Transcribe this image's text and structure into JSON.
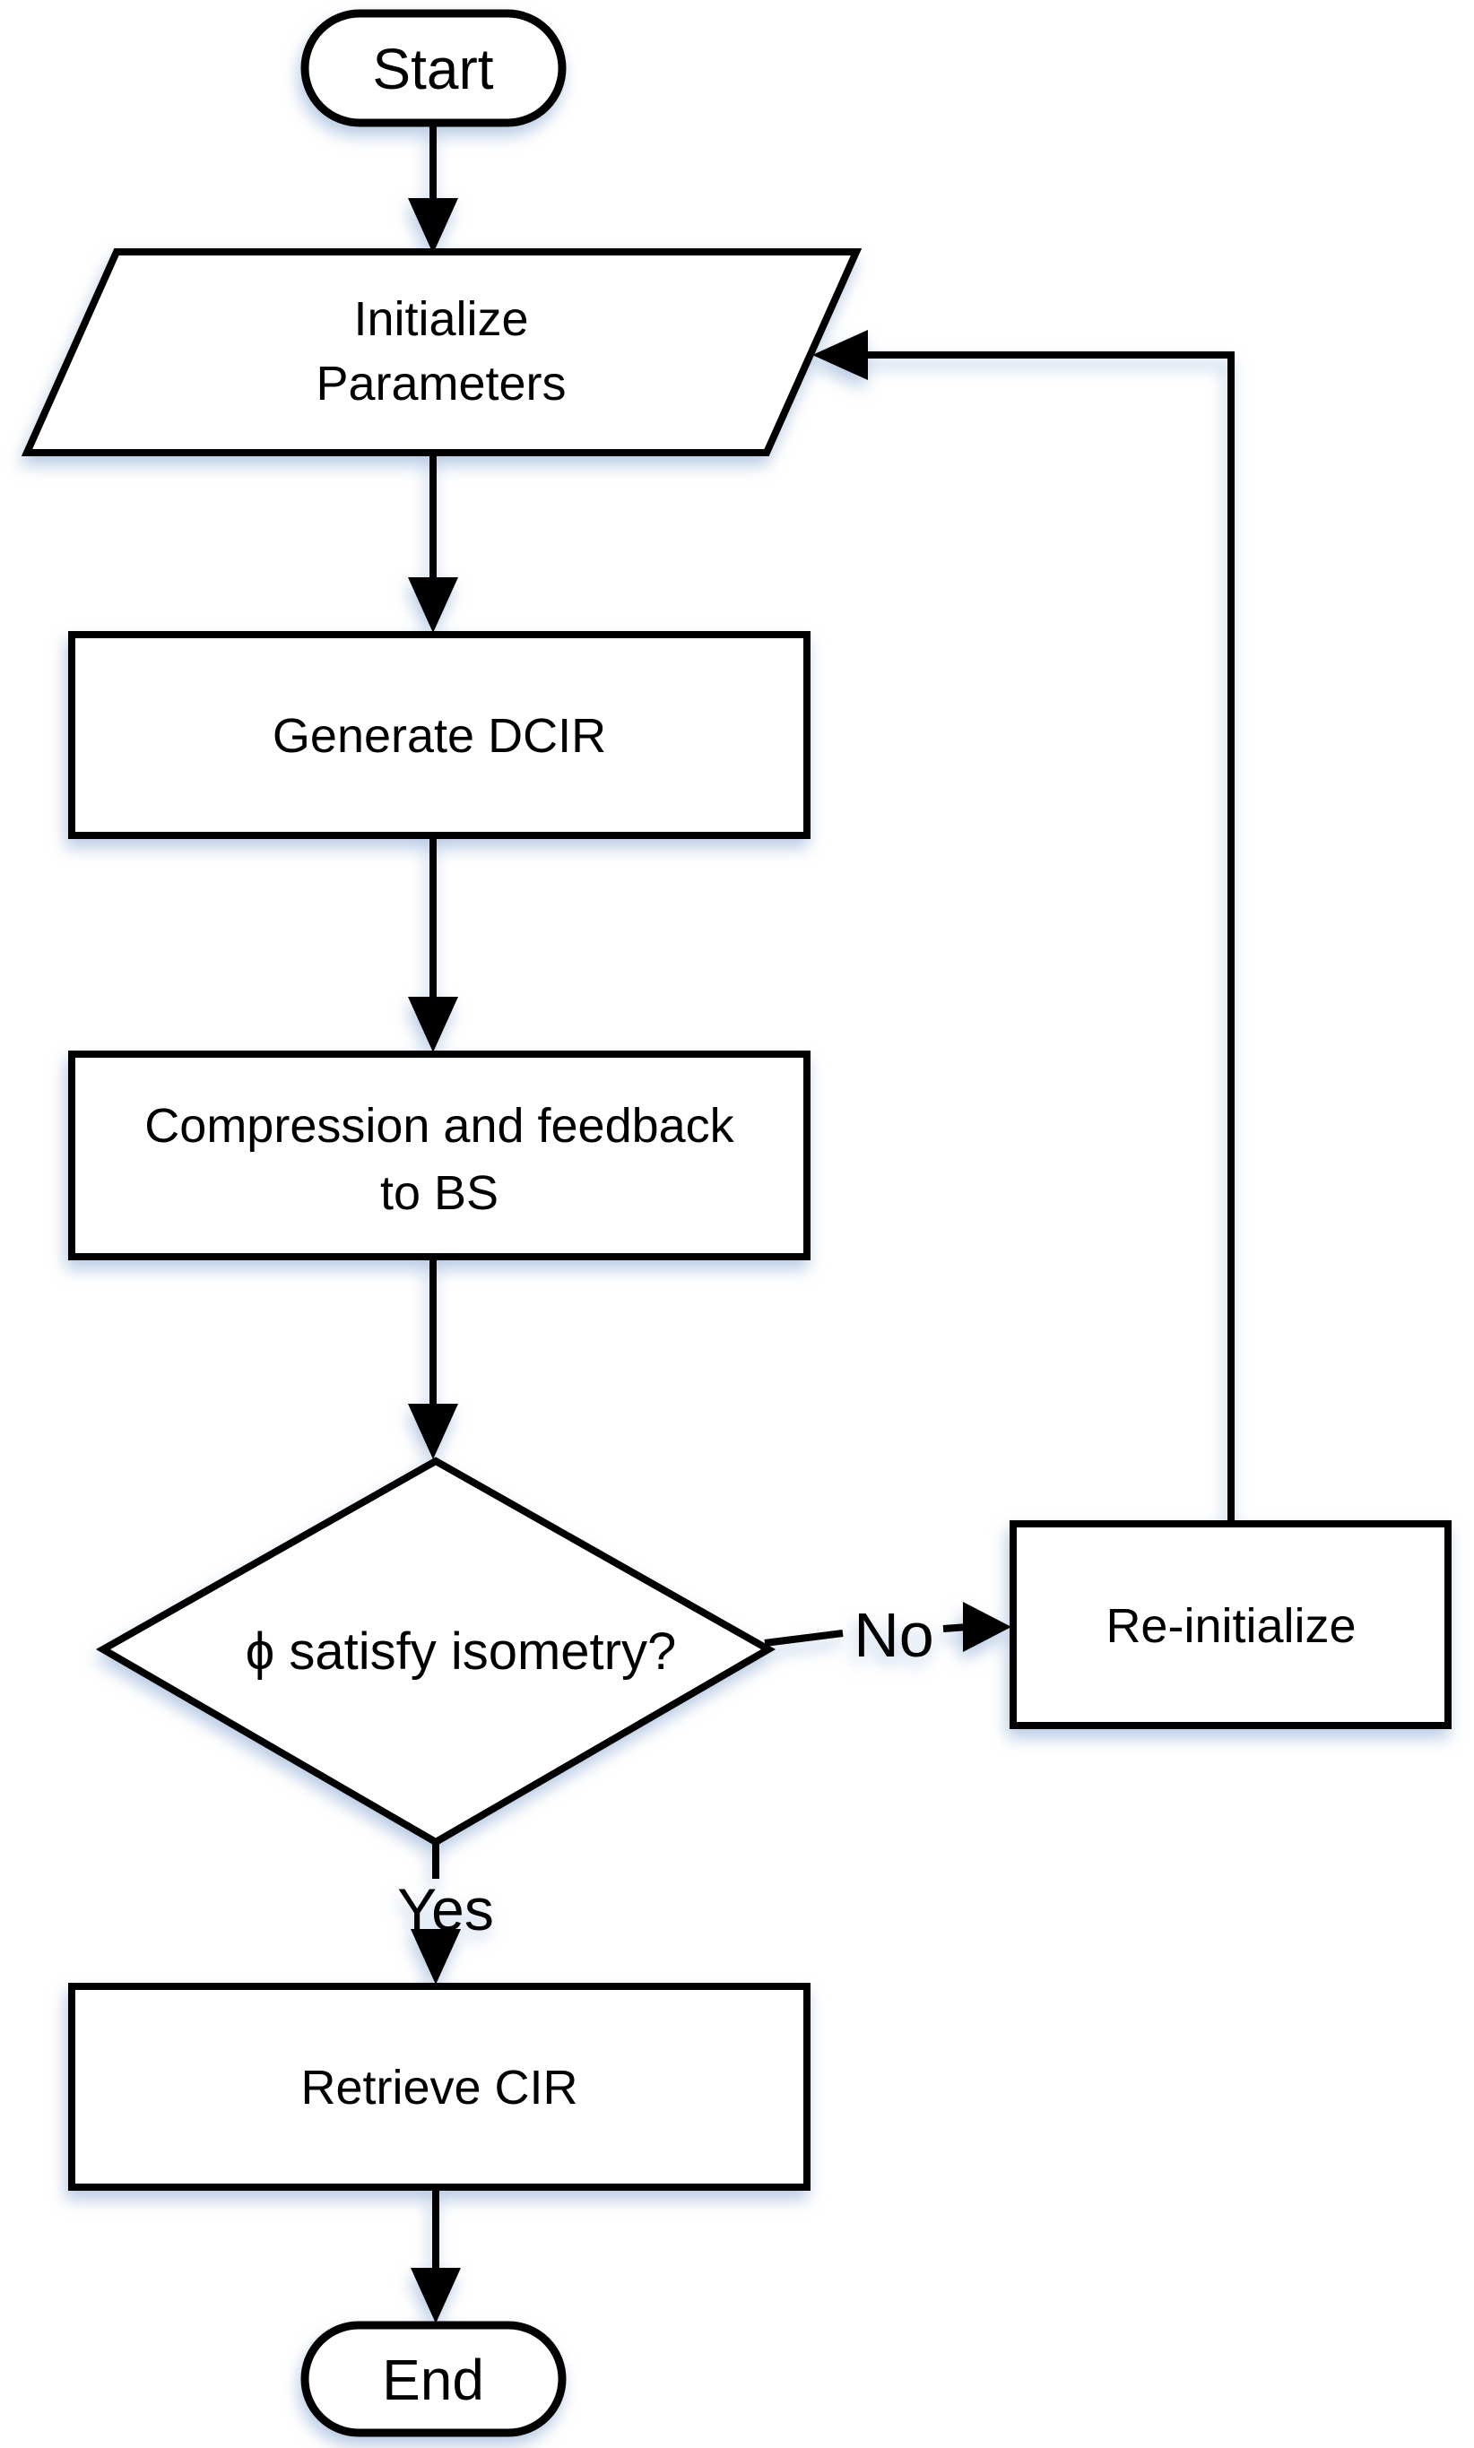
{
  "diagram": {
    "type": "flowchart",
    "colors": {
      "line": "#000000",
      "text": "#000000",
      "shape_fill": "#ffffff",
      "background": "#ffffff",
      "shadow": "#c7d9ee"
    },
    "nodes": {
      "start": {
        "shape": "terminator",
        "label": "Start"
      },
      "initialize_parameters": {
        "shape": "data-parallelogram",
        "line1": "Initialize",
        "line2": "Parameters"
      },
      "generate_dcir": {
        "shape": "process",
        "label": "Generate DCIR"
      },
      "compression_feedback": {
        "shape": "process",
        "line1": "Compression and feedback",
        "line2": "to BS"
      },
      "isometry_decision": {
        "shape": "decision",
        "label": "ϕ  satisfy isometry?"
      },
      "re_initialize": {
        "shape": "process",
        "label": "Re-initialize"
      },
      "retrieve_cir": {
        "shape": "process",
        "label": "Retrieve CIR"
      },
      "end": {
        "shape": "terminator",
        "label": "End"
      }
    },
    "edge_labels": {
      "no": "No",
      "yes": "Yes"
    }
  }
}
